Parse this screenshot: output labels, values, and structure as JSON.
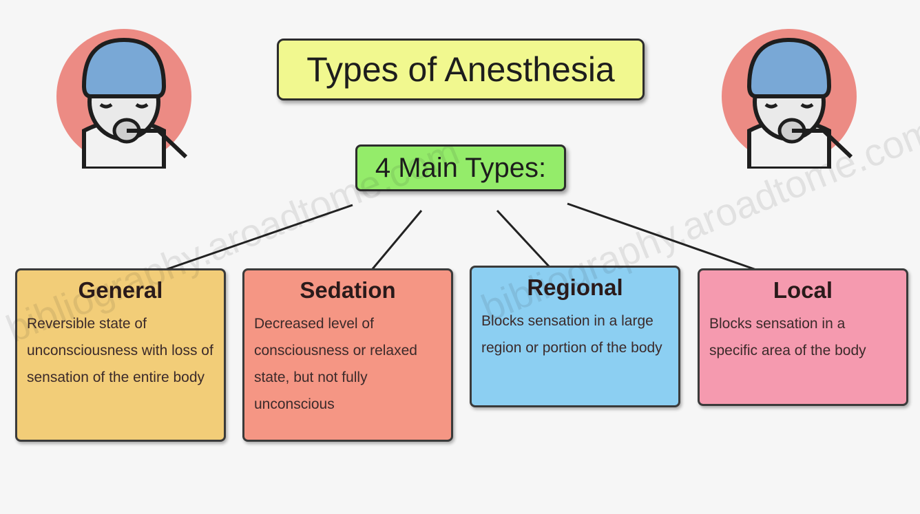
{
  "title": "Types of Anesthesia",
  "subtitle": "4 Main Types:",
  "types": [
    {
      "name": "General",
      "description": "Reversible state of unconsciousness with loss of sensation of the entire body"
    },
    {
      "name": "Sedation",
      "description": "Decreased level of consciousness or relaxed state, but not fully unconscious"
    },
    {
      "name": "Regional",
      "description": "Blocks sensation in a large region or portion of the body"
    },
    {
      "name": "Local",
      "description": "Blocks sensation in a specific area of the body"
    }
  ],
  "watermark": "bibliography.aroadtome.com",
  "colors": {
    "title_bg": "#f1f88f",
    "subtitle_bg": "#94ec6a",
    "general": "#f2cd78",
    "sedation": "#f59684",
    "regional": "#8ccff2",
    "local": "#f59aaf",
    "avatar_ring": "#ec8b84",
    "cap": "#79a8d6"
  },
  "icons": [
    "patient-anesthesia-mask-icon",
    "patient-anesthesia-mask-icon"
  ]
}
